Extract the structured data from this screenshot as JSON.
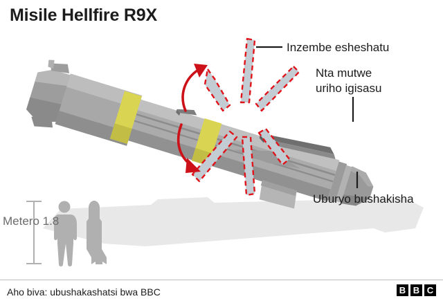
{
  "title": "Misile Hellfire R9X",
  "labels": {
    "blades": "Inzembe esheshatu",
    "no_warhead_line1": "Nta mutwe",
    "no_warhead_line2": "uriho igisasu",
    "seeker": "Uburyo bushakisha"
  },
  "scale": {
    "measure": "Metero 1.8"
  },
  "footer": {
    "source": "Aho biva: ubushakashatsi bwa BBC",
    "logo": [
      "B",
      "B",
      "C"
    ]
  },
  "colors": {
    "body_light": "#b7b7b7",
    "body_mid": "#9d9d9d",
    "body_dark": "#8a8a8a",
    "body_darker": "#6f6f6f",
    "yellow_band": "#d9d452",
    "yellow_band_shade": "#c2bd45",
    "blade_fill": "#c3ccd2",
    "blade_outline": "#e0141b",
    "arrow_red": "#cc1118",
    "shadow": "#e8e8e8",
    "silhouette": "#b0b0b0",
    "rule": "#bdbdbd",
    "text": "#1c1c1c",
    "muted_text": "#6b6b6b"
  },
  "icons": {
    "blades_count": 6,
    "rotation_arrows": 2
  }
}
